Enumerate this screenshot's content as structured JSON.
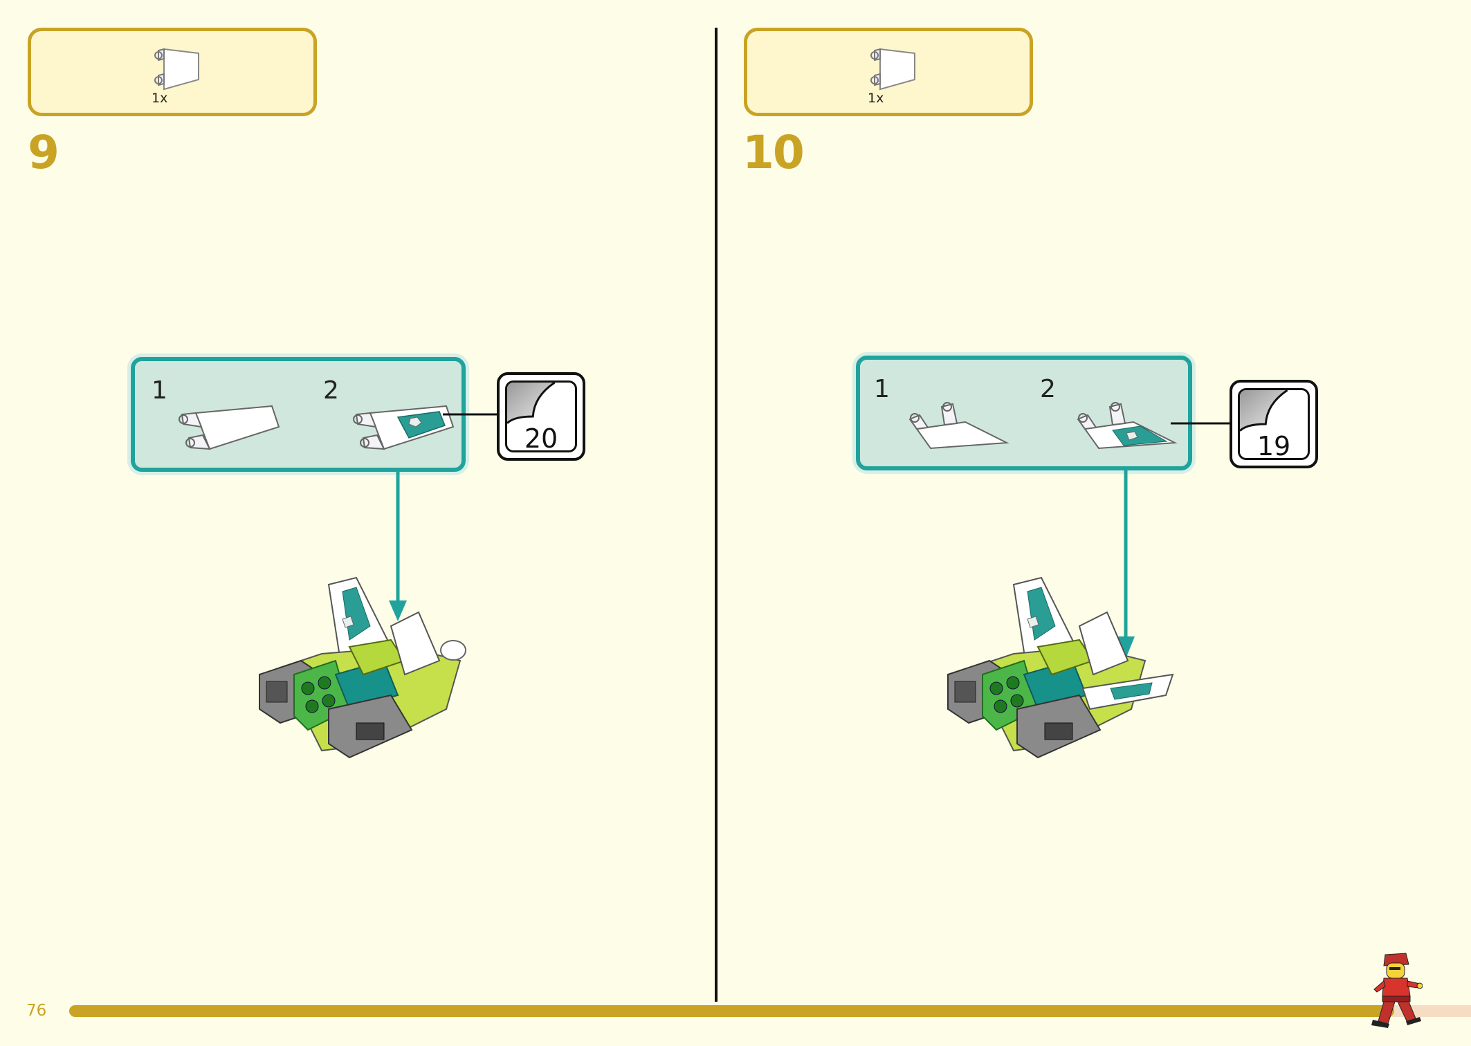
{
  "page": {
    "number": "76",
    "progress": 0.945
  },
  "steps": [
    {
      "number": "9",
      "parts": [
        {
          "name": "flag-2x2-white",
          "qty": "1x"
        }
      ],
      "subassembly": {
        "sub_steps": [
          "1",
          "2"
        ]
      },
      "sticker": "20"
    },
    {
      "number": "10",
      "parts": [
        {
          "name": "flag-2x2-white",
          "qty": "1x"
        }
      ],
      "subassembly": {
        "sub_steps": [
          "1",
          "2"
        ]
      },
      "sticker": "19"
    }
  ],
  "colors": {
    "accent": "#c9a324",
    "callout_border": "#1fa39c",
    "callout_fill": "#cfe7dd",
    "page_bg": "#fefde8"
  }
}
